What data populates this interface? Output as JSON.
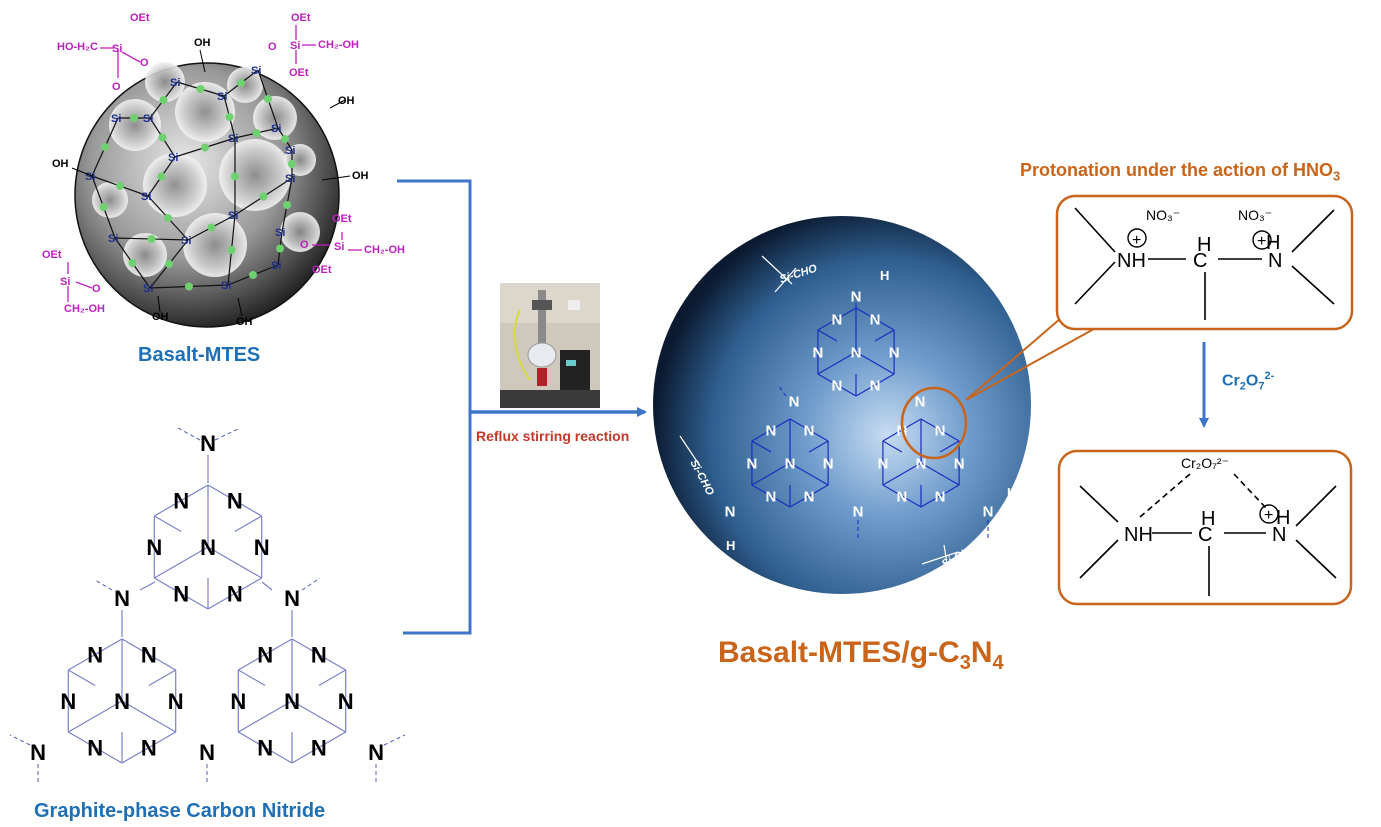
{
  "labels": {
    "basalt_mtes": "Basalt-MTES",
    "gcn": "Graphite-phase Carbon Nitride",
    "reflux": "Reflux stirring reaction",
    "product_prefix": "Basalt-MTES/g-C",
    "product_sub1": "3",
    "product_mid": "N",
    "product_sub2": "4",
    "protonation_prefix": "Protonation under the action of HNO",
    "protonation_sub": "3",
    "cr_main": "Cr",
    "cr_sub1": "2",
    "cr_o": "O",
    "cr_sub2": "7",
    "cr_sup": "2-"
  },
  "sphere1": {
    "si": "Si",
    "oh": "OH",
    "oet": "OEt",
    "o": "O",
    "hoh2c": "HO-H₂C",
    "ch2oh": "CH₂-OH"
  },
  "gcn_atoms": {
    "n": "N",
    "h": "H"
  },
  "product_sphere": {
    "si_cho": "Si-CHO"
  },
  "box1": {
    "no3": "NO₃⁻",
    "nh": "NH",
    "h": "H",
    "c": "C",
    "n": "N",
    "plus": "+"
  },
  "box2": {
    "cr2o7": "Cr₂O₇²⁻",
    "nh": "NH",
    "h": "H",
    "c": "C",
    "n": "N",
    "plus": "+"
  },
  "colors": {
    "blue_arrow": "#3f75c9",
    "label_blue": "#1f6fb5",
    "orange": "#c8651b",
    "red_label": "#c0392b",
    "magenta": "#c020c0",
    "green_dot": "#6fd06f",
    "navy": "#1b2f8a"
  }
}
